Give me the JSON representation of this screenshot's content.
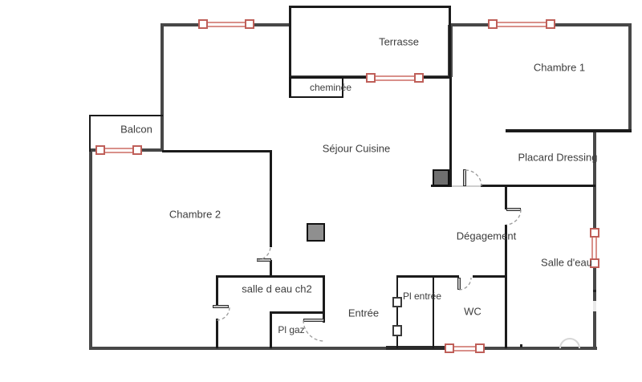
{
  "plan_title": "floor-plan",
  "colors": {
    "wall_exterior": "#474747",
    "wall_interior": "#1b1b1b",
    "window_frame_red": "#bf5f59",
    "window_glass_line": "#d9908a",
    "door_leaf_gray": "#c6c6c6",
    "column_dark": "#6f6f6f",
    "column_light": "#8f8f8f",
    "label_text": "#3d3d3d"
  },
  "rooms": [
    {
      "id": "terrasse",
      "label": "Terrasse"
    },
    {
      "id": "chambre-1",
      "label": "Chambre 1"
    },
    {
      "id": "cheminee",
      "label": "cheminée"
    },
    {
      "id": "balcon",
      "label": "Balcon"
    },
    {
      "id": "sejour-cuisine",
      "label": "Séjour Cuisine"
    },
    {
      "id": "placard-dressing",
      "label": "Placard Dressing"
    },
    {
      "id": "chambre-2",
      "label": "Chambre 2"
    },
    {
      "id": "degagement",
      "label": "Dégagement"
    },
    {
      "id": "salle-deau",
      "label": "Salle d'eau"
    },
    {
      "id": "salle-deau-ch2",
      "label": "salle d eau ch2"
    },
    {
      "id": "pl-entree",
      "label": "Pl entrée"
    },
    {
      "id": "entree",
      "label": "Entrée"
    },
    {
      "id": "wc",
      "label": "WC"
    },
    {
      "id": "pl-gaz",
      "label": "Pl gaz"
    }
  ]
}
